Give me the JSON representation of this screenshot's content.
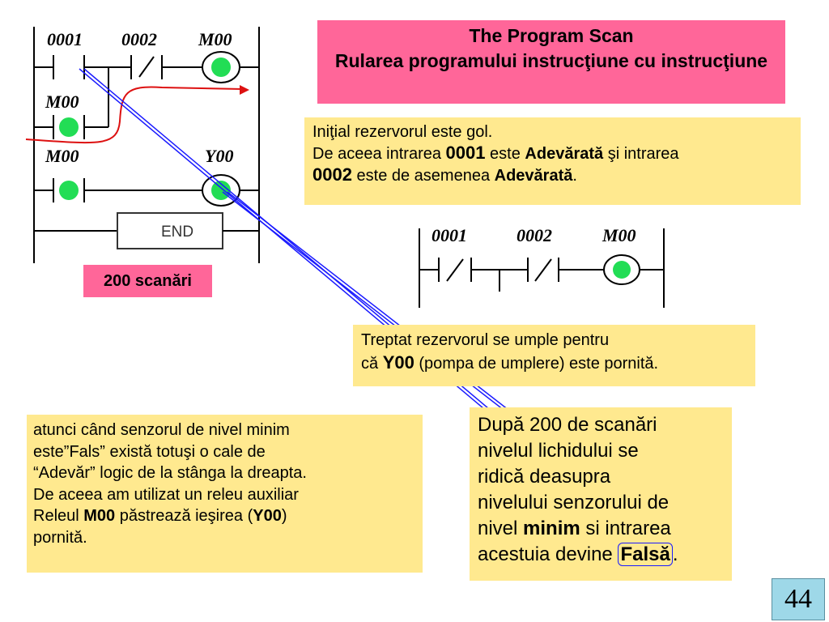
{
  "title": {
    "line1": "The Program Scan",
    "line2": "Rularea programului instrucţiune cu instrucţiune"
  },
  "ladder_top": {
    "labels": {
      "c1": "0001",
      "c2": "0002",
      "coil1": "M00",
      "aux": "M00",
      "c3": "M00",
      "coil2": "Y00"
    },
    "end_label": "END",
    "scan_badge": "200 scanări"
  },
  "info": {
    "t1": "Iniţial rezervorul este gol.",
    "t2": "De aceea intrarea ",
    "b1": "0001",
    "t3": " este ",
    "b2": "Adevărată",
    "t4": " şi intrarea",
    "b3": "0002",
    "t5": " este de asemenea ",
    "b4": "Adevărată",
    "t6": "."
  },
  "ladder_small": {
    "labels": {
      "c1": "0001",
      "c2": "0002",
      "coil": "M00"
    }
  },
  "fill": {
    "t1": "Treptat rezervorul se umple pentru",
    "t2": "că ",
    "b1": "Y00",
    "t3": " (pompa de umplere) este pornită."
  },
  "path_note": {
    "l1": "atunci când senzorul de nivel minim",
    "l2": "este”Fals” există totuşi o cale de",
    "l3": "“Adevăr” logic de la stânga la dreapta.",
    "l4": "De aceea am utilizat un releu auxiliar",
    "l5a": "Releul ",
    "l5b": "M00",
    "l5c": " păstrează ieşirea (",
    "l5d": "Y00",
    "l5e": ")",
    "l6": "pornită."
  },
  "scan_note": {
    "l1": "După 200 de scanări",
    "l2": "nivelul lichidului se",
    "l3": "ridică deasupra",
    "l4": "nivelului senzorului de",
    "l5a": "nivel ",
    "l5b": "minim",
    "l5c": " si intrarea",
    "l6a": "acestuia devine ",
    "l6b": "Falsă",
    "l6c": "."
  },
  "page_number": "44",
  "colors": {
    "title_bg": "#ff6699",
    "note_bg": "#ffe98f",
    "active_coil": "#22dd55",
    "page_bg": "#9ed8e8"
  }
}
